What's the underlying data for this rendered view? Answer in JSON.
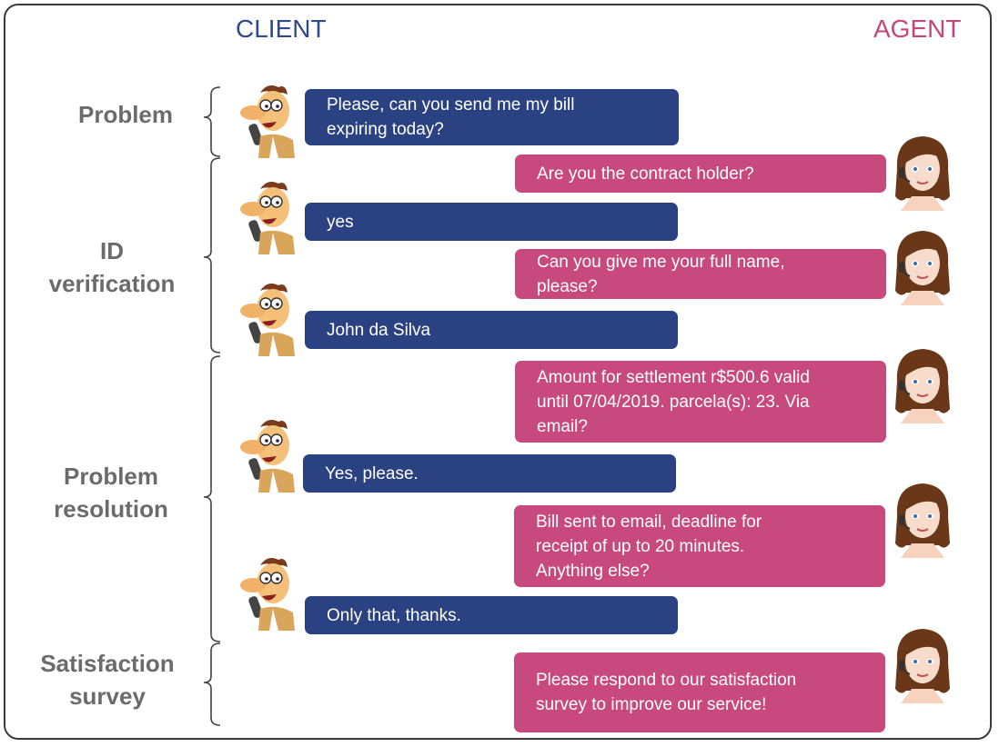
{
  "header": {
    "client": "CLIENT",
    "agent": "AGENT"
  },
  "phases": [
    {
      "label": "Problem"
    },
    {
      "label": "ID\nverification"
    },
    {
      "label": "Problem\nresolution"
    },
    {
      "label": "Satisfaction\nsurvey"
    }
  ],
  "messages": [
    {
      "speaker": "client",
      "text": "Please, can you send me my bill\nexpiring today?"
    },
    {
      "speaker": "agent",
      "text": "Are you the contract holder?"
    },
    {
      "speaker": "client",
      "text": "yes"
    },
    {
      "speaker": "agent",
      "text": "Can you give me your full name,\nplease?"
    },
    {
      "speaker": "client",
      "text": "John da Silva"
    },
    {
      "speaker": "agent",
      "text": "Amount for settlement r$500.6 valid\nuntil 07/04/2019. parcela(s): 23. Via\nemail?"
    },
    {
      "speaker": "client",
      "text": "Yes, please."
    },
    {
      "speaker": "agent",
      "text": "Bill sent to email, deadline for\nreceipt of up to 20 minutes.\nAnything else?"
    },
    {
      "speaker": "client",
      "text": "Only that, thanks."
    },
    {
      "speaker": "agent",
      "text": "Please respond to our satisfaction\nsurvey to improve our service!"
    }
  ],
  "colors": {
    "client": "#2a4281",
    "agent": "#c8497d",
    "client_header": "#2e4a8c",
    "agent_header": "#c4477a",
    "phase_text": "#6b6b6b"
  },
  "icons": {
    "client_avatar": "cartoon-man-on-phone",
    "agent_avatar": "woman-with-headset"
  }
}
